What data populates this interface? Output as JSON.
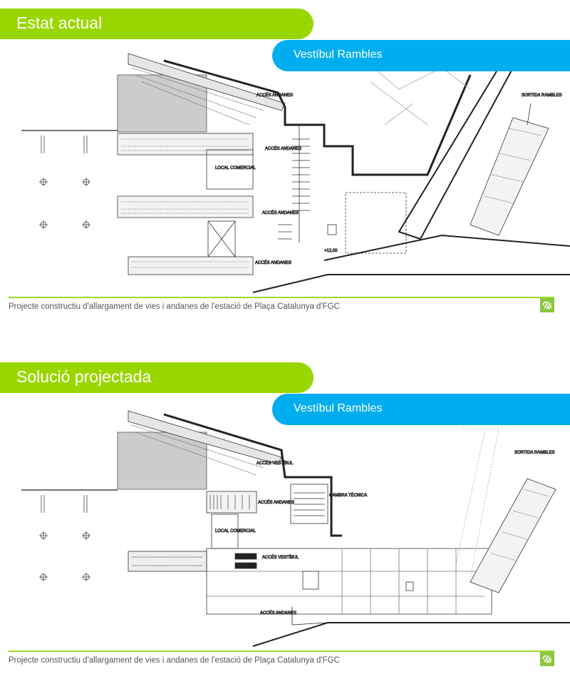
{
  "slides": [
    {
      "title": "Estat actual",
      "subtitle": "Vestíbul Rambles",
      "plan_labels": {
        "acces_andanes": "ACCÉS ANDANES",
        "local_comercial": "LOCAL COMERCIAL",
        "sortida_rambles": "SORTIDA RAMBLES",
        "level": "+12.00"
      },
      "footer": "Projecte constructiu d'allargament de vies i andanes de l'estació de Plaça Catalunya d'FGC"
    },
    {
      "title": "Solució projectada",
      "subtitle": "Vestíbul Rambles",
      "plan_labels": {
        "acces_vestibul": "ACCÉS VESTÍBUL",
        "acces_andanes": "ACCÉS ANDANES",
        "local_comercial": "LOCAL COMERCIAL",
        "cambra_tecnica": "CAMBRA TÈCNICA",
        "sortida_rambles": "SORTIDA RAMBLES"
      },
      "footer": "Projecte constructiu d'allargament de vies i andanes de l'estació de Plaça Catalunya d'FGC"
    }
  ],
  "colors": {
    "green": "#99d600",
    "blue": "#00aeef",
    "footer_line": "#9bd92a"
  }
}
